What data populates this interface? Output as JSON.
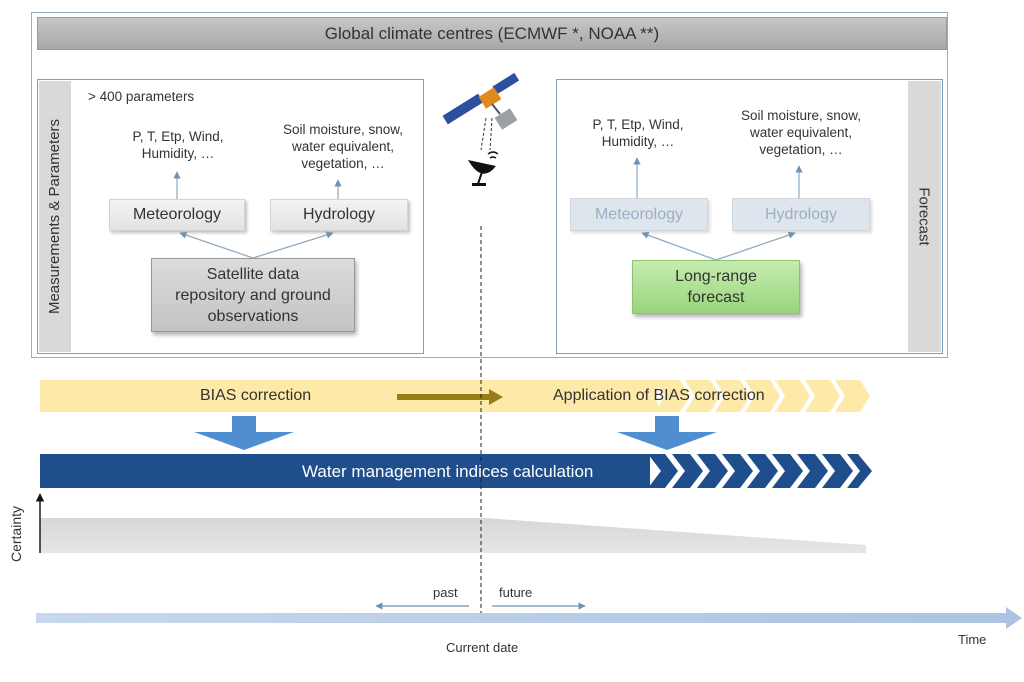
{
  "header": {
    "title": "Global climate centres (ECMWF *, NOAA **)"
  },
  "left_panel": {
    "side_label": "Measurements & Parameters",
    "params_note": "> 400 parameters",
    "meteo_params": [
      "P, T, Etp, Wind,",
      "Humidity, …"
    ],
    "hydro_params": [
      "Soil moisture, snow,",
      "water equivalent,",
      "vegetation, …"
    ],
    "meteo_label": "Meteorology",
    "hydro_label": "Hydrology",
    "source_lines": [
      "Satellite data",
      "repository and ground",
      "observations"
    ]
  },
  "right_panel": {
    "side_label": "Forecast",
    "meteo_params": [
      "P, T, Etp, Wind,",
      "Humidity, …"
    ],
    "hydro_params": [
      "Soil moisture, snow,",
      "water equivalent,",
      "vegetation, …"
    ],
    "meteo_label": "Meteorology",
    "hydro_label": "Hydrology",
    "forecast_lines": [
      "Long-range",
      "forecast"
    ]
  },
  "bias": {
    "left_label": "BIAS correction",
    "right_label": "Application of BIAS correction"
  },
  "water": {
    "label": "Water management indices calculation"
  },
  "certainty": {
    "label": "Certainty"
  },
  "timeline": {
    "past": "past",
    "future": "future",
    "current": "Current date",
    "time": "Time"
  },
  "colors": {
    "panel_border": "#7aa0c4",
    "bias_band": "#fde9a8",
    "water_band": "#1f4e8c",
    "arrow_blue": "#4f8fcf",
    "green": "#a5da88"
  }
}
